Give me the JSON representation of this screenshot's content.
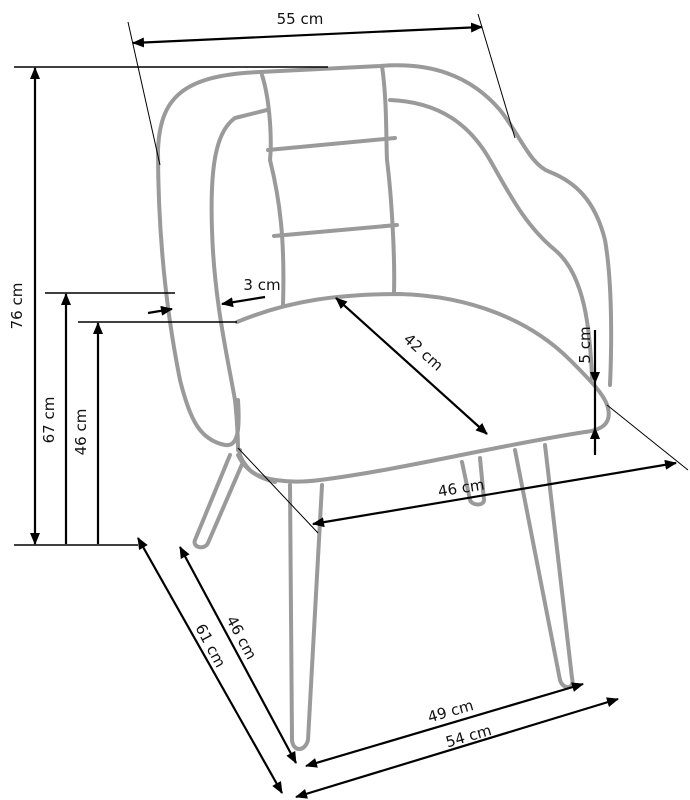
{
  "diagram": {
    "subject": "armchair with upholstered shell and four tapered legs",
    "colors": {
      "outline": "#9a9a9a",
      "dimension": "#000000",
      "background": "#ffffff"
    },
    "dimensions": {
      "overall_width": "55 cm",
      "overall_height": "76 cm",
      "armrest_height": "67 cm",
      "seat_height": "46 cm",
      "side_thickness": "3 cm",
      "seat_depth": "42 cm",
      "armrest_offset": "5 cm",
      "seat_width": "46 cm",
      "leg_depth": "46 cm",
      "overall_depth": "61 cm",
      "leg_width": "49 cm",
      "overall_base_width": "54 cm"
    }
  }
}
